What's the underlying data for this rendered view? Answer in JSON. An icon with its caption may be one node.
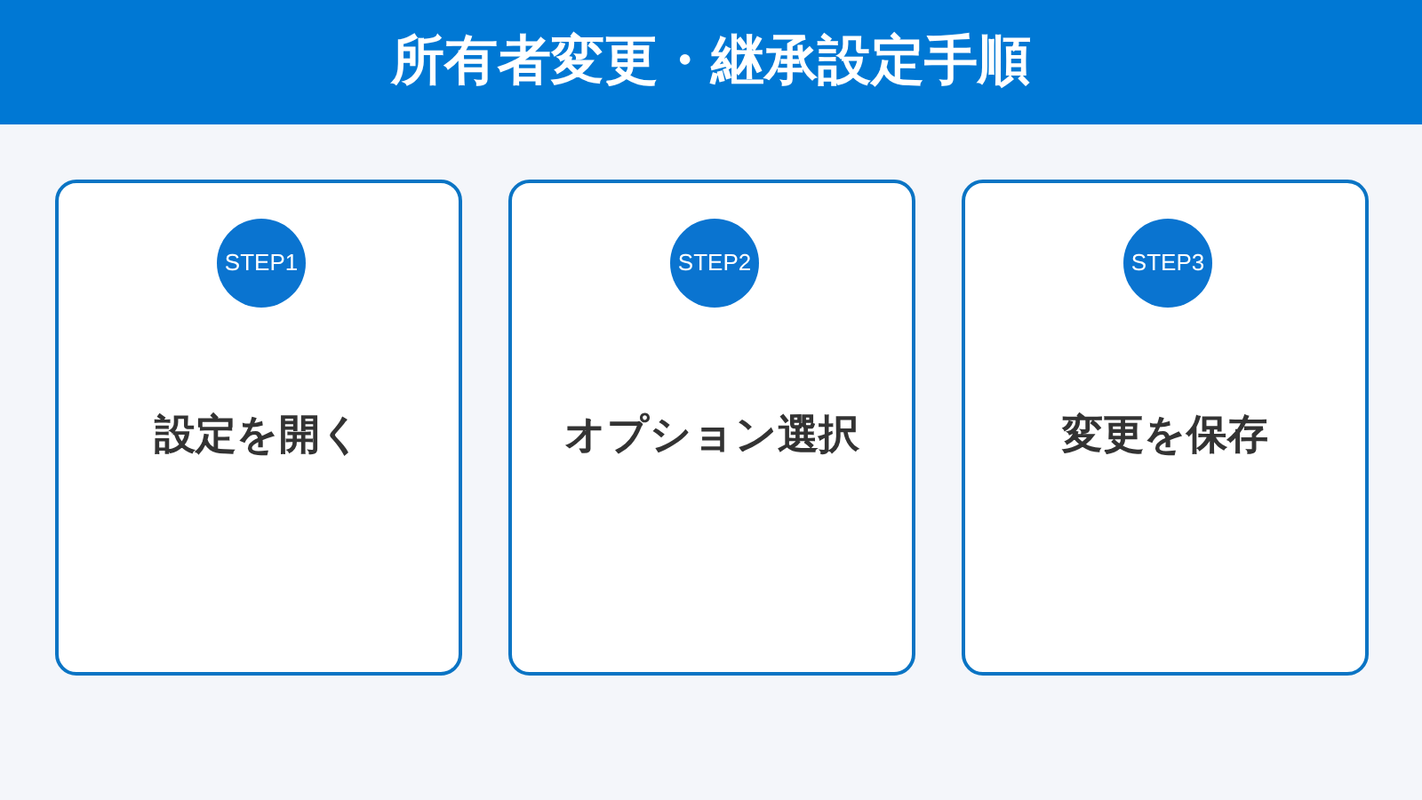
{
  "diagram": {
    "title": "所有者変更・継承設定手順",
    "nodes": [
      {
        "text": [
          "設定を開く"
        ]
      },
      {
        "text": [
          "STEP1"
        ],
        "in": 0
      },
      {
        "text": [
          "オプション選択"
        ]
      },
      {
        "text": [
          "STEP2"
        ],
        "in": 2
      },
      {
        "text": [
          "変更を保存"
        ]
      },
      {
        "text": [
          "STEP3"
        ],
        "in": 4
      }
    ]
  }
}
